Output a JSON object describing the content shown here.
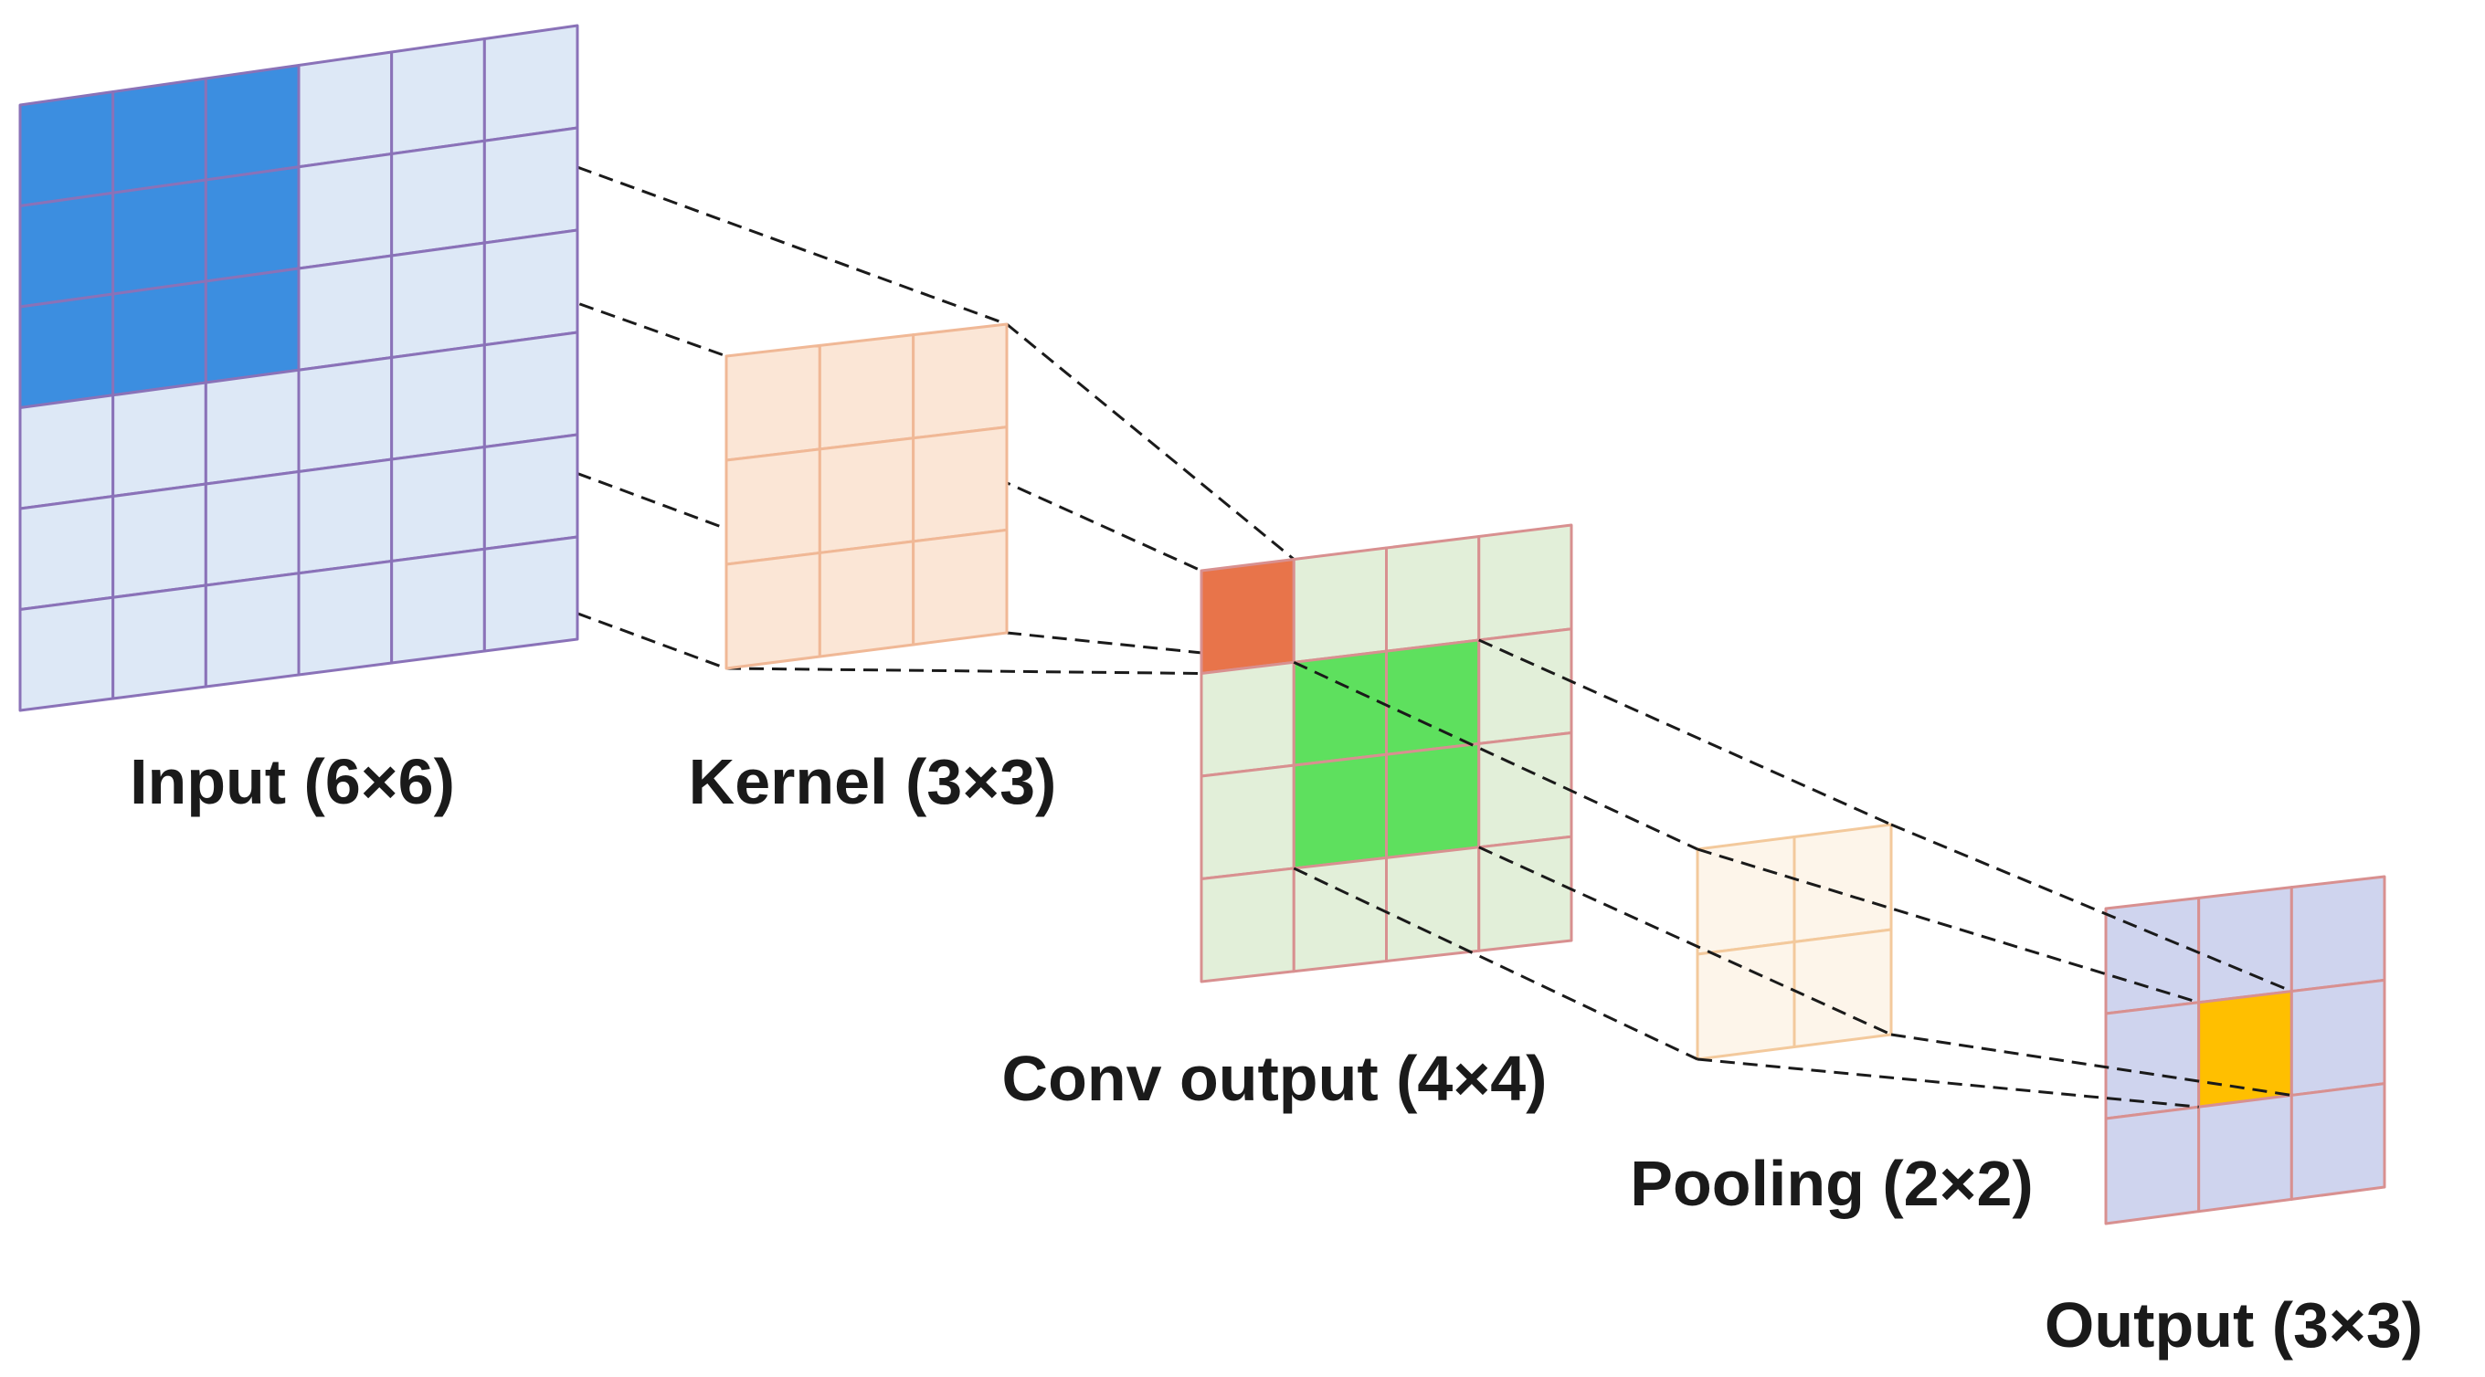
{
  "captions": {
    "input": "Input (6×6)",
    "kernel": "Kernel (3×3)",
    "conv": "Conv output (4×4)",
    "pooling": "Pooling (2×2)",
    "output": "Output (3×3)"
  },
  "layers": [
    {
      "id": "input",
      "rows": 6,
      "cols": 6,
      "fill": "#dde8f6",
      "stroke": "#8a72b8",
      "highlight": "#3c8ee0",
      "highlight_cells": [
        [
          0,
          0
        ],
        [
          0,
          1
        ],
        [
          0,
          2
        ],
        [
          1,
          0
        ],
        [
          1,
          1
        ],
        [
          1,
          2
        ],
        [
          2,
          0
        ],
        [
          2,
          1
        ],
        [
          2,
          2
        ]
      ]
    },
    {
      "id": "kernel",
      "rows": 3,
      "cols": 3,
      "fill": "#fbe6d6",
      "stroke": "#f0b896",
      "highlight": "",
      "highlight_cells": []
    },
    {
      "id": "conv",
      "rows": 4,
      "cols": 4,
      "fill": "#e2efd9",
      "stroke": "#d89090",
      "highlight": "#5ee05e",
      "highlight_cells": [
        [
          1,
          1
        ],
        [
          1,
          2
        ],
        [
          2,
          1
        ],
        [
          2,
          2
        ]
      ],
      "accent": "#e8744a",
      "accent_cells": [
        [
          0,
          0
        ]
      ]
    },
    {
      "id": "pooling",
      "rows": 2,
      "cols": 2,
      "fill": "#fdf5ea",
      "stroke": "#f3c99c",
      "highlight": "",
      "highlight_cells": []
    },
    {
      "id": "output",
      "rows": 3,
      "cols": 3,
      "fill": "#cfd4ee",
      "stroke": "#d89090",
      "highlight": "#ffbf00",
      "highlight_cells": [
        [
          1,
          1
        ]
      ]
    }
  ]
}
